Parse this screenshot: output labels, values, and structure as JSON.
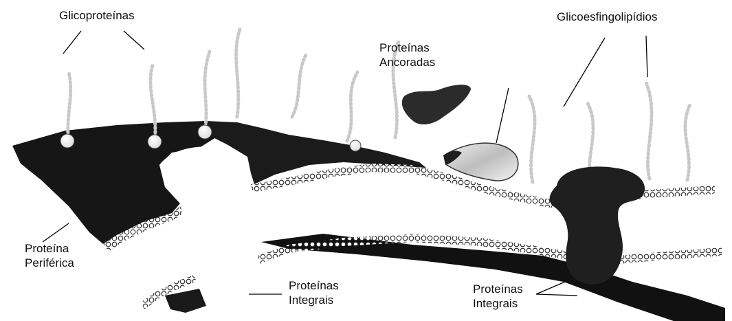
{
  "labels": {
    "glicoproteinas": "Glicoproteínas",
    "glicoesfingolipidios": "Glicoesfingolipídios",
    "ancoradas_line1": "Proteínas",
    "ancoradas_line2": "Ancoradas",
    "periferica_line1": "Proteína",
    "periferica_line2": "Periférica",
    "integrais_center_line1": "Proteínas",
    "integrais_center_line2": "Integrais",
    "integrais_right_line1": "Proteínas",
    "integrais_right_line2": "Integrais"
  },
  "colors": {
    "membrane_dark": "#161616",
    "glycan": "#c9c9c9",
    "anchored_protein": "#2b2b2b",
    "anchored_translucent": "#d6d6d6",
    "leader_line": "#000000"
  }
}
